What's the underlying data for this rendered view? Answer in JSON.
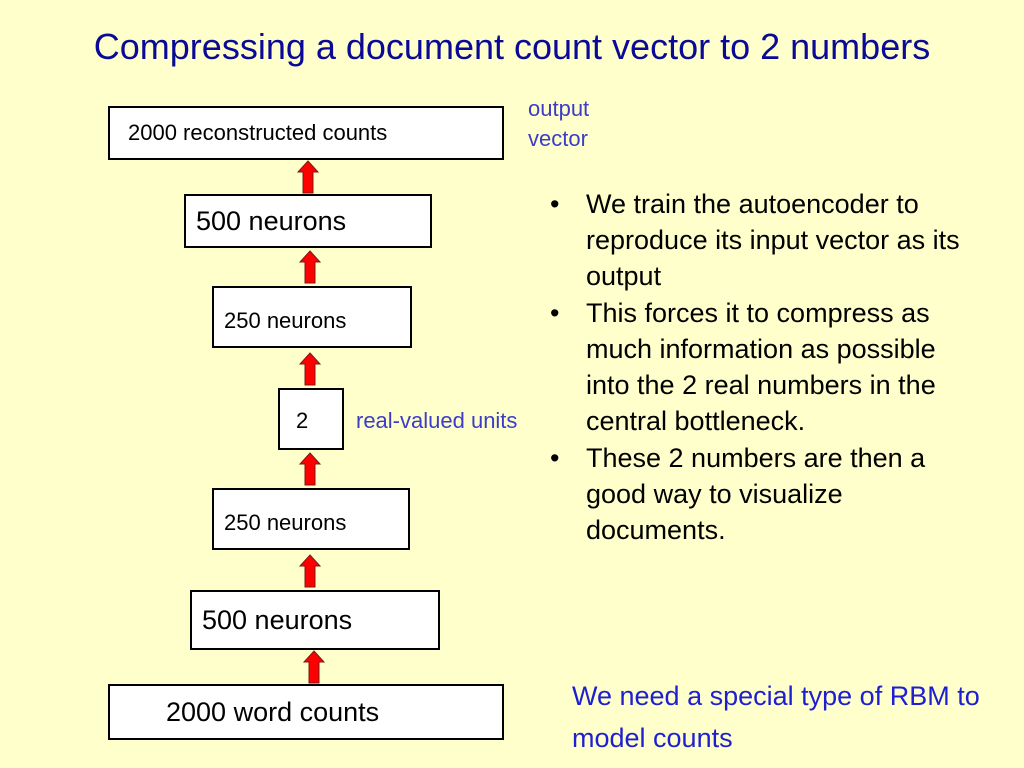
{
  "title": "Compressing a document  count vector to 2 numbers",
  "diagram": {
    "layers": [
      {
        "id": "output",
        "label": "2000  reconstructed counts"
      },
      {
        "id": "h1_top",
        "label": "500 neurons"
      },
      {
        "id": "h2_top",
        "label": "250 neurons"
      },
      {
        "id": "code",
        "label": "2"
      },
      {
        "id": "h2_bottom",
        "label": "250 neurons"
      },
      {
        "id": "h1_bottom",
        "label": "500 neurons"
      },
      {
        "id": "input",
        "label": "2000  word counts"
      }
    ],
    "output_label": "output\nvector",
    "code_label": "real-valued units",
    "arrow_color": "#FF0000"
  },
  "bullets": [
    "We train the autoencoder to reproduce its input vector as its output",
    "This forces it to compress as much information as possible into the 2 real numbers in the central bottleneck.",
    "These 2 numbers are then a good way to visualize documents."
  ],
  "note": "We need a special type of RBM to model counts",
  "colors": {
    "background": "#FFFFCC",
    "title": "#0A0A96",
    "annotation": "#3C3CC8",
    "note": "#1E1ED2",
    "arrow": "#FF0000"
  }
}
